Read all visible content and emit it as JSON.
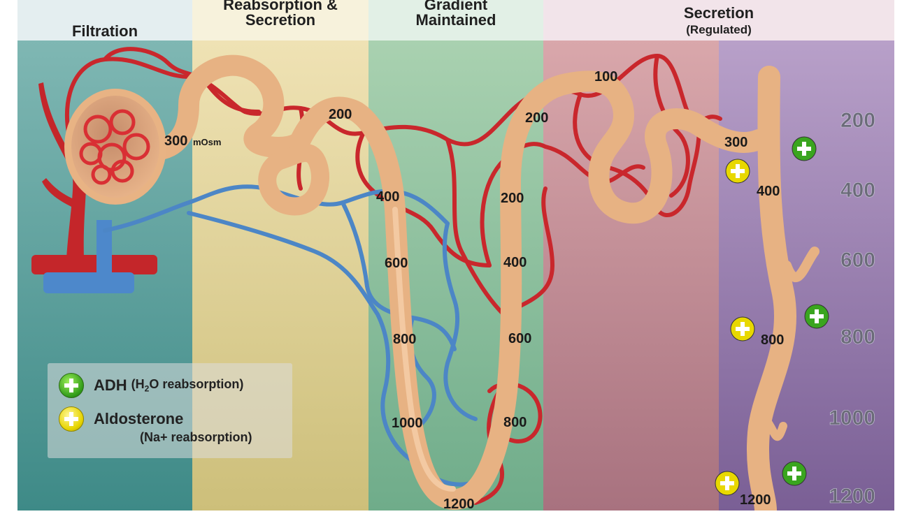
{
  "headers": {
    "filtration": "Filtration",
    "reabsorption": "Reabsorption &",
    "reabsorption_line2": "Secretion",
    "gradient": "Gradient",
    "gradient_line2": "Maintained",
    "secretion": "Secretion",
    "secretion_sub": "(Regulated)"
  },
  "labels": {
    "glomerulus": "300",
    "glomerulus_unit": "mOsm",
    "pct_200": "200",
    "desc_400": "400",
    "desc_600": "600",
    "desc_800": "800",
    "desc_1000": "1000",
    "loop_1200": "1200",
    "asc_200": "200",
    "asc_400": "400",
    "asc_600": "600",
    "asc_800": "800",
    "dct_200": "200",
    "dct_100": "100",
    "cd_300": "300",
    "cd_400": "400",
    "cd_800": "800",
    "cd_1200": "1200"
  },
  "scale": [
    "200",
    "400",
    "600",
    "800",
    "1000",
    "1200"
  ],
  "legend": {
    "adh_label": "ADH",
    "adh_note_pre": "(H",
    "adh_note_sub": "2",
    "adh_note_post": "O reabsorption)",
    "aldo_label": "Aldosterone",
    "aldo_note": "(Na+ reabsorption)"
  },
  "colors": {
    "artery": "#cc2b2b",
    "vein": "#4a86c9",
    "tubule": "#e9b383",
    "adh": "#3aa51f",
    "aldosterone": "#e8d800"
  }
}
